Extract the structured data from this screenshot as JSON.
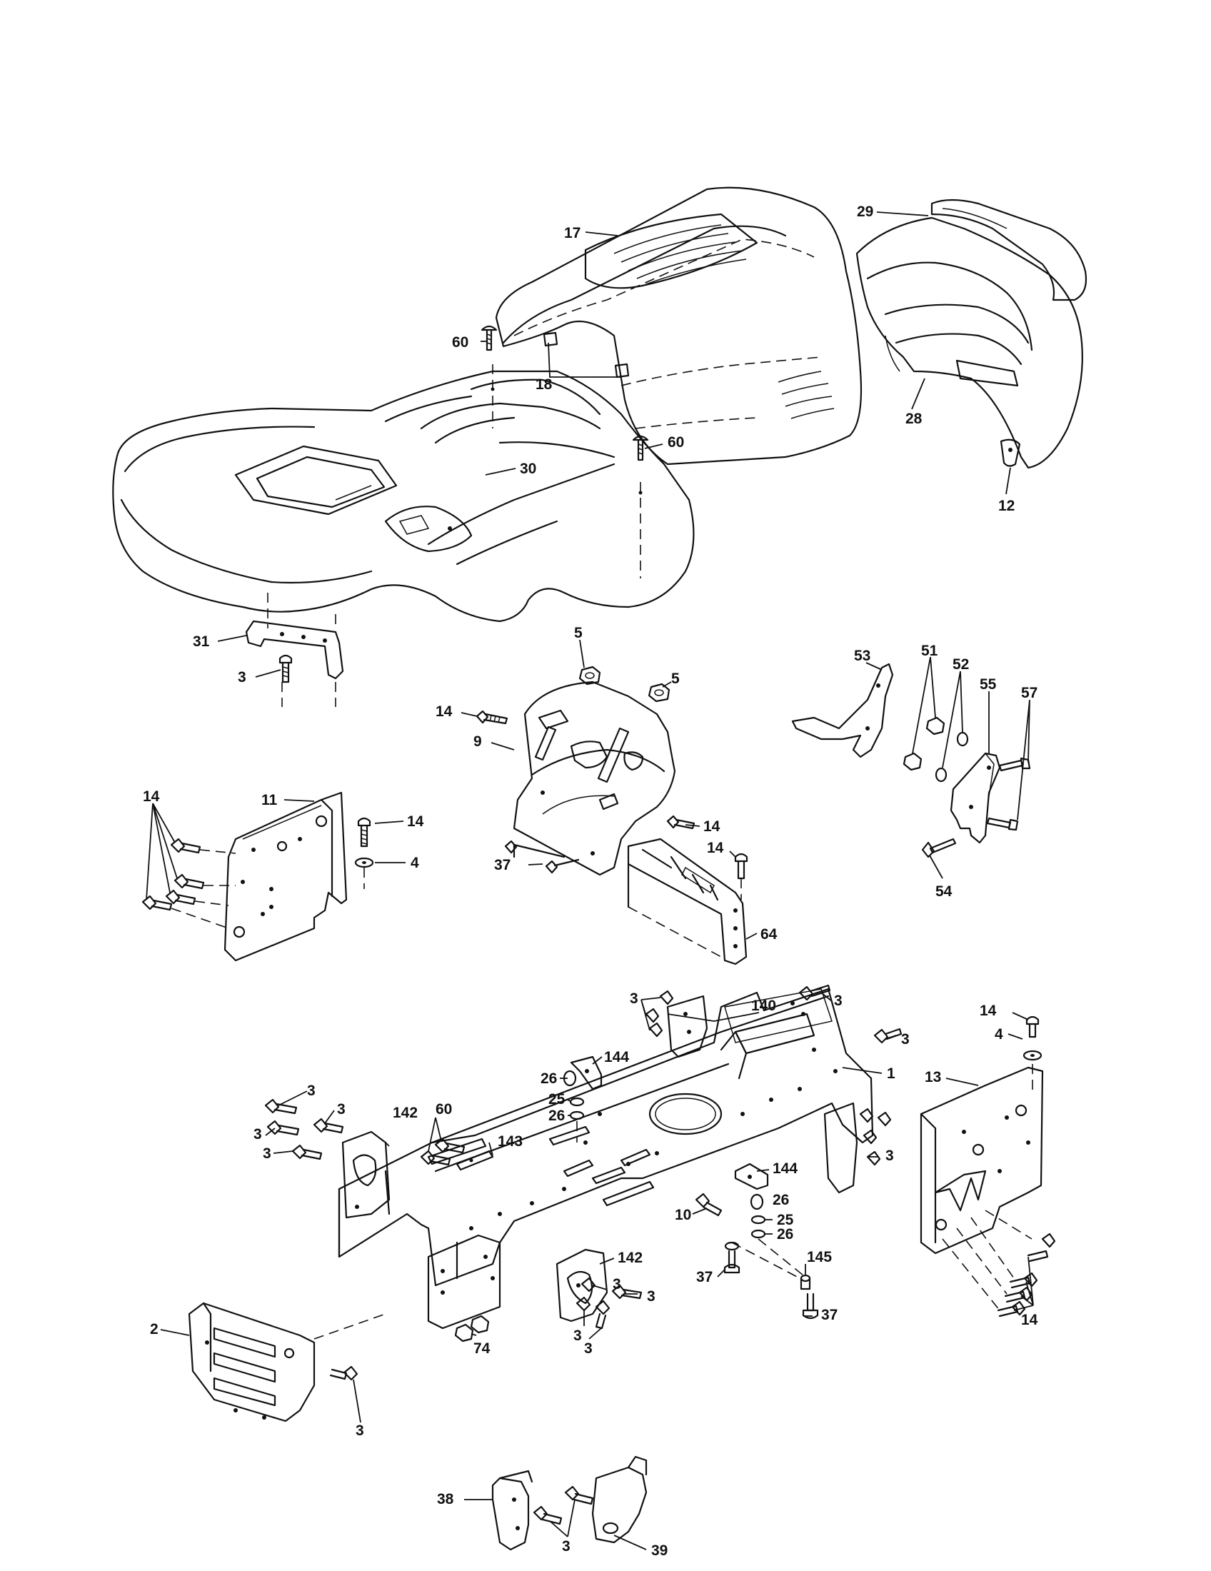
{
  "parts": [
    {
      "id": "hood",
      "label": "17"
    },
    {
      "id": "grille",
      "label": "29"
    },
    {
      "id": "headlight-housing",
      "label": "28"
    },
    {
      "id": "hood-bumper",
      "label": "18"
    },
    {
      "id": "bolt-top-left",
      "label": "60"
    },
    {
      "id": "bolt-top-right",
      "label": "60"
    },
    {
      "id": "fender",
      "label": "30"
    },
    {
      "id": "latch",
      "label": "12"
    },
    {
      "id": "seat-bracket",
      "label": "31"
    },
    {
      "id": "bolt-seat-bracket",
      "label": "3"
    },
    {
      "id": "nut-dash-1",
      "label": "5"
    },
    {
      "id": "nut-dash-2",
      "label": "5"
    },
    {
      "id": "bolt-dash",
      "label": "14"
    },
    {
      "id": "dash-panel",
      "label": "9"
    },
    {
      "id": "bolt-dash-lower",
      "label": "14"
    },
    {
      "id": "bolt-dash-brace",
      "label": "14"
    },
    {
      "id": "bolt-dash-bottom",
      "label": "37"
    },
    {
      "id": "dash-brace",
      "label": "64"
    },
    {
      "id": "side-panel-left",
      "label": "11"
    },
    {
      "id": "bolts-left-panel",
      "label": "14"
    },
    {
      "id": "bolt-left-panel-top",
      "label": "14"
    },
    {
      "id": "washer-left-panel",
      "label": "4"
    },
    {
      "id": "hinge-bracket",
      "label": "53"
    },
    {
      "id": "nut-hinge",
      "label": "51"
    },
    {
      "id": "washer-hinge",
      "label": "52"
    },
    {
      "id": "hinge-plate",
      "label": "55"
    },
    {
      "id": "bolt-hinge",
      "label": "57"
    },
    {
      "id": "bolt-hinge-bottom",
      "label": "54"
    },
    {
      "id": "bolts-front-upper",
      "label": "3"
    },
    {
      "id": "axle-support",
      "label": "140"
    },
    {
      "id": "bolt-frame-top",
      "label": "3"
    },
    {
      "id": "bolt-frame-right",
      "label": "3"
    },
    {
      "id": "frame",
      "label": "1"
    },
    {
      "id": "bolt-side-right-top",
      "label": "14"
    },
    {
      "id": "washer-side-right",
      "label": "4"
    },
    {
      "id": "side-panel-right",
      "label": "13"
    },
    {
      "id": "spacer-144-top",
      "label": "144"
    },
    {
      "id": "washer-26-top",
      "label": "26"
    },
    {
      "id": "washer-25-top",
      "label": "25"
    },
    {
      "id": "washer-26-top-b",
      "label": "26"
    },
    {
      "id": "bolt-frame-left-1",
      "label": "3"
    },
    {
      "id": "bolt-frame-left-2",
      "label": "3"
    },
    {
      "id": "bolt-frame-left-3",
      "label": "3"
    },
    {
      "id": "bolt-frame-left-4",
      "label": "3"
    },
    {
      "id": "rear-bracket-top",
      "label": "142"
    },
    {
      "id": "bolt-60-frame",
      "label": "60"
    },
    {
      "id": "spacer-143",
      "label": "143"
    },
    {
      "id": "bolts-right-bracket",
      "label": "3"
    },
    {
      "id": "spacer-144-mid",
      "label": "144"
    },
    {
      "id": "washer-26-mid",
      "label": "26"
    },
    {
      "id": "washer-25-mid",
      "label": "25"
    },
    {
      "id": "washer-26-mid-b",
      "label": "26"
    },
    {
      "id": "bolt-10",
      "label": "10"
    },
    {
      "id": "bolt-37-left",
      "label": "37"
    },
    {
      "id": "spacer-145",
      "label": "145"
    },
    {
      "id": "bolt-37-right",
      "label": "37"
    },
    {
      "id": "bolts-side-right",
      "label": "14"
    },
    {
      "id": "rear-bracket-bottom",
      "label": "142"
    },
    {
      "id": "bolt-bracket-a",
      "label": "3"
    },
    {
      "id": "bolt-bracket-b",
      "label": "3"
    },
    {
      "id": "bolt-bracket-c",
      "label": "3"
    },
    {
      "id": "bolt-bracket-d",
      "label": "3"
    },
    {
      "id": "nut-74",
      "label": "74"
    },
    {
      "id": "rear-plate",
      "label": "2"
    },
    {
      "id": "bolt-rear-plate",
      "label": "3"
    },
    {
      "id": "bracket-left",
      "label": "38"
    },
    {
      "id": "bolts-bracket-bottom",
      "label": "3"
    },
    {
      "id": "bracket-right",
      "label": "39"
    }
  ]
}
